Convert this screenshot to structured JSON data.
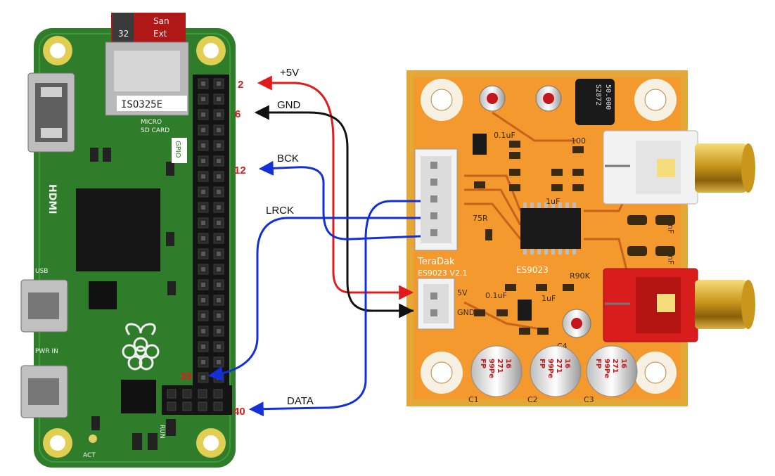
{
  "colors": {
    "power": "#e01b1b",
    "ground": "#111111",
    "signal": "#1330d8",
    "pin_red": "#e01b1b",
    "pcb_green": "#2f7d2a",
    "pcb_orange": "#f3992e"
  },
  "pi_board": {
    "sd_card": {
      "line1": "San",
      "line2": "Ext",
      "size": "32"
    },
    "sd_reader_label": "ISO325E",
    "slot_silk": [
      "MICRO",
      "SD CARD"
    ],
    "hdmi_silk": "HDMI",
    "gpio_silk": "GPIO",
    "port_silk": [
      "USB",
      "PWR IN"
    ],
    "led_silk": "ACT",
    "run_silk": "RUN"
  },
  "pins": {
    "p2": "2",
    "p6": "6",
    "p12": "12",
    "p35": "35",
    "p40": "40"
  },
  "signals": {
    "vcc": "+5V",
    "gnd": "GND",
    "bck": "BCK",
    "lrck": "LRCK",
    "data": "DATA"
  },
  "dac_board": {
    "brand": "TeraDak",
    "model": "ES9023 V2.1",
    "chip_label": "ES9023",
    "oscillator": [
      "S2872",
      "50.000"
    ],
    "power_header": [
      "5V",
      "GND"
    ],
    "cap_labels": [
      "C1",
      "C2",
      "C3",
      "C4"
    ],
    "cap_print": [
      "FP",
      "99Pe",
      "271",
      "16"
    ],
    "silk_misc": [
      "0.1uF",
      "0.1uF",
      "1uF",
      "1uF",
      "R90K",
      "100",
      "75R",
      "1nF",
      "1nF"
    ]
  },
  "icons": [
    "raspberry-logo-icon",
    "rca-jack-white-icon",
    "rca-jack-red-icon"
  ]
}
